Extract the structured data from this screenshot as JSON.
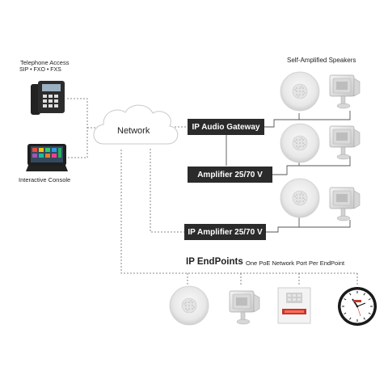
{
  "telephone": {
    "title": "Telephone Access",
    "protocols": "SIP  •  FXO  •  FXS"
  },
  "console": {
    "label": "Interactive Console"
  },
  "network": {
    "label": "Network"
  },
  "speakers_header": "Self-Amplified Speakers",
  "boxes": {
    "ip_audio_gateway": "IP Audio Gateway",
    "amplifier": "Amplifier 25/70 V",
    "ip_amplifier": "IP Amplifier 25/70 V"
  },
  "endpoints": {
    "title": "IP EndPoints",
    "subtitle": "One PoE Network Port Per EndPoint"
  },
  "icons": {
    "phone": "desk-phone-icon",
    "console": "touch-console-icon",
    "cloud": "cloud-icon",
    "ceiling_speaker": "ceiling-speaker-icon",
    "horn_speaker": "horn-speaker-icon",
    "display": "message-display-icon",
    "clock": "wall-clock-icon"
  },
  "colors": {
    "box_fill": "#2b2b2b",
    "box_text": "#ffffff",
    "line": "#666666"
  }
}
